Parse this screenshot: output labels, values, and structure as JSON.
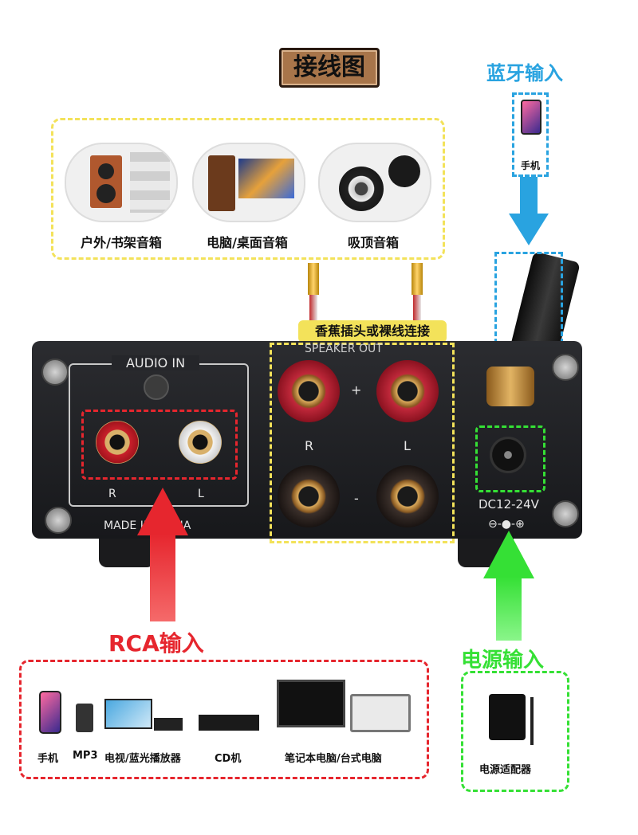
{
  "title": "接线图",
  "bluetooth": {
    "title": "蓝牙输入",
    "device_label": "手机"
  },
  "speakers": {
    "items": [
      {
        "label": "户外/书架音箱",
        "icon": "bookshelf-speaker-icon"
      },
      {
        "label": "电脑/桌面音箱",
        "icon": "desktop-speaker-icon"
      },
      {
        "label": "吸顶音箱",
        "icon": "ceiling-speaker-icon"
      }
    ]
  },
  "speaker_connect_label": "香蕉插头或裸线连接",
  "amp": {
    "audio_in": "AUDIO IN",
    "speaker_out": "SPEAKER OUT",
    "rca_r": "R",
    "rca_l": "L",
    "made_in": "MADE IN CHINA",
    "post_r": "R",
    "post_l": "L",
    "plus": "+",
    "minus": "-",
    "dc": "DC12-24V"
  },
  "rca_input": {
    "title": "RCA输入",
    "devices": [
      {
        "label": "手机",
        "icon": "phone-icon"
      },
      {
        "label": "MP3",
        "icon": "mp3-icon"
      },
      {
        "label": "电视/蓝光播放器",
        "icon": "tv-icon"
      },
      {
        "label": "CD机",
        "icon": "cd-player-icon"
      },
      {
        "label": "笔记本电脑/台式电脑",
        "icon": "computer-icon"
      }
    ]
  },
  "power_input": {
    "title": "电源输入",
    "device_label": "电源适配器"
  },
  "colors": {
    "red": "#e6262e",
    "green": "#35e035",
    "blue": "#29a3e0",
    "yellow": "#f3e25a"
  }
}
